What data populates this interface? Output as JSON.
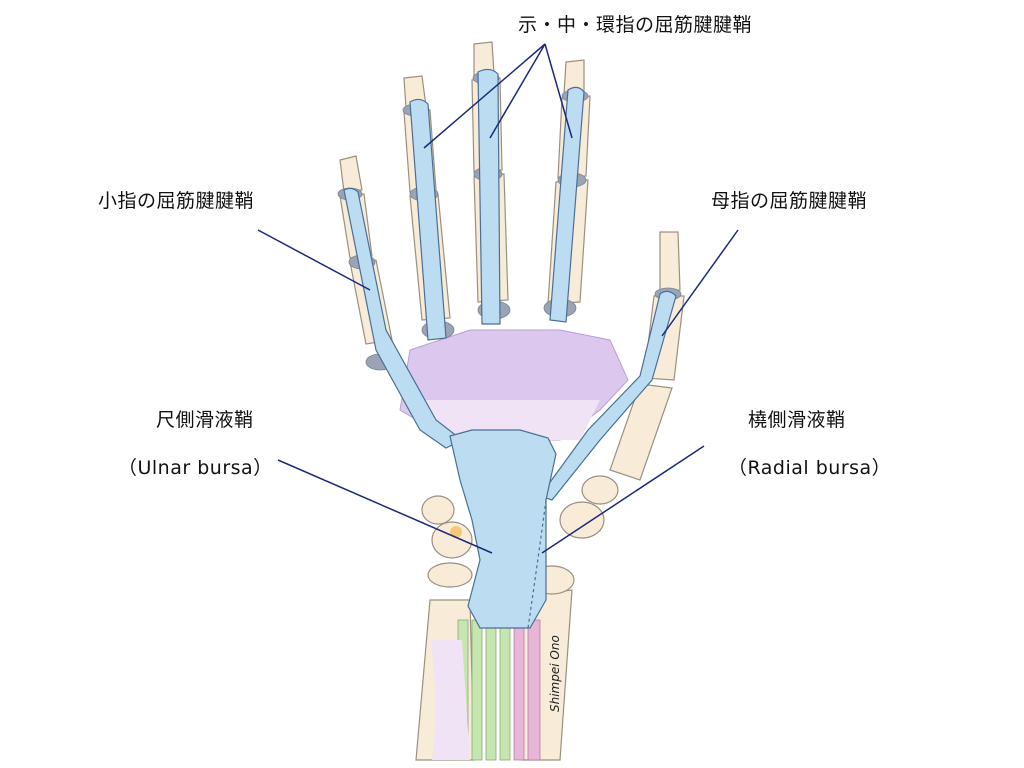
{
  "labels": {
    "index_middle_ring_sheath": "示・中・環指の屈筋腱腱鞘",
    "little_finger_sheath": "小指の屈筋腱腱鞘",
    "thumb_sheath": "母指の屈筋腱腱鞘",
    "ulnar_bursa": "尺側滑液鞘",
    "ulnar_bursa_en": "（Ulnar bursa）",
    "radial_bursa": "橈側滑液鞘",
    "radial_bursa_en": "（Radial bursa）"
  },
  "signature": "Shimpei Ono",
  "colors": {
    "bone": "#f8ecd8",
    "bone_outline": "#9a9080",
    "sheath": "#bcdcf2",
    "sheath_outline": "#4a6f95",
    "joint": "#9aa4b4",
    "muscle_purple": "#dcc8ee",
    "tendon_green": "#c6e6b0",
    "tendon_pink": "#e8b4d8",
    "leader_line": "#1a2a7a"
  }
}
